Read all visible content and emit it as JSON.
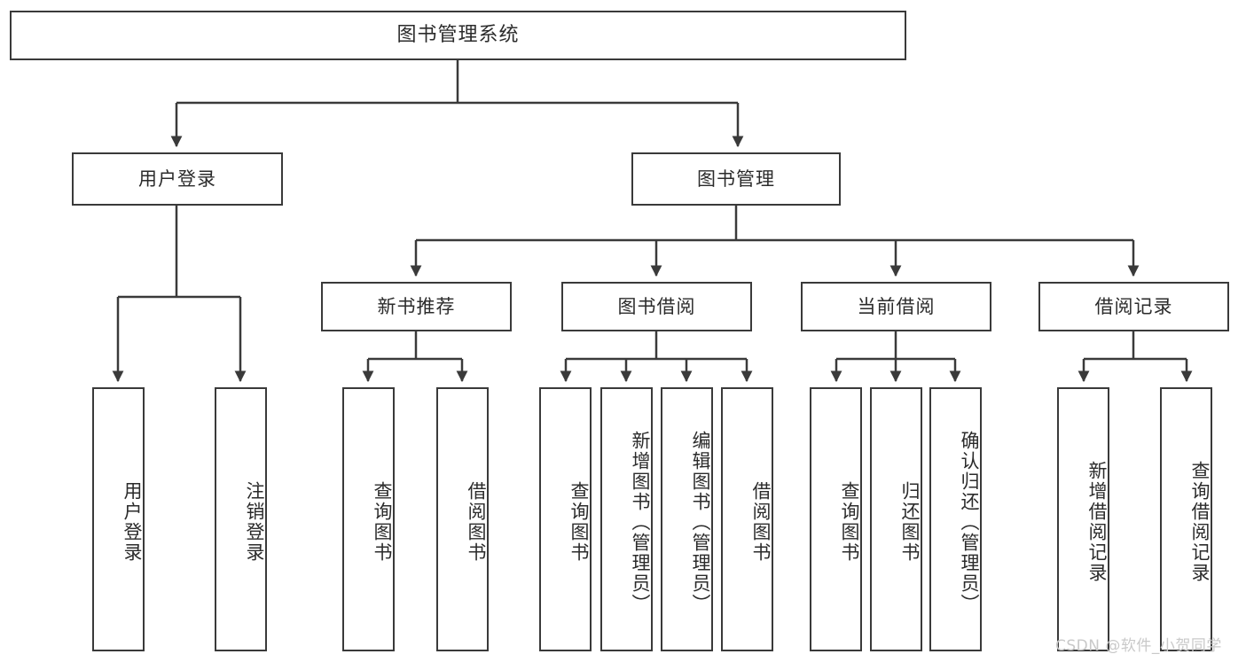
{
  "diagram": {
    "title": "图书管理系统",
    "type": "tree",
    "style": {
      "border_color": "#3a3a3a",
      "fill_color": "#ffffff",
      "text_color": "#2b2b2b",
      "edge_color": "#3a3a3a",
      "background": "#ffffff"
    },
    "watermark": "CSDN @软件_小贺同学",
    "levels": {
      "level1": [
        "图书管理系统"
      ],
      "level2": [
        "用户登录",
        "图书管理"
      ],
      "level3": [
        "新书推荐",
        "图书借阅",
        "当前借阅",
        "借阅记录"
      ],
      "level4": [
        "用户登录",
        "注销登录",
        "查询图书",
        "借阅图书",
        "查询图书",
        "新增图书（管理员）",
        "编辑图书（管理员）",
        "借阅图书",
        "查询图书",
        "归还图书",
        "确认归还（管理员）",
        "新增借阅记录",
        "查询借阅记录"
      ]
    },
    "nodes": {
      "root": {
        "label": "图书管理系统"
      },
      "user_login": {
        "label": "用户登录"
      },
      "book_manage": {
        "label": "图书管理"
      },
      "new_book_rec": {
        "label": "新书推荐"
      },
      "book_borrow": {
        "label": "图书借阅"
      },
      "current_borrow": {
        "label": "当前借阅"
      },
      "borrow_record": {
        "label": "借阅记录"
      },
      "leaf_user_login": {
        "label": "用户登录"
      },
      "leaf_logout": {
        "label": "注销登录"
      },
      "leaf_query_book_1": {
        "label": "查询图书"
      },
      "leaf_borrow_book_1": {
        "label": "借阅图书"
      },
      "leaf_query_book_2": {
        "label": "查询图书"
      },
      "leaf_add_book": {
        "label": "新增图书（管理员）"
      },
      "leaf_edit_book": {
        "label": "编辑图书（管理员）"
      },
      "leaf_borrow_book_2": {
        "label": "借阅图书"
      },
      "leaf_query_book_3": {
        "label": "查询图书"
      },
      "leaf_return_book": {
        "label": "归还图书"
      },
      "leaf_confirm_return": {
        "label": "确认归还（管理员）"
      },
      "leaf_add_record": {
        "label": "新增借阅记录"
      },
      "leaf_query_record": {
        "label": "查询借阅记录"
      }
    },
    "relations": [
      {
        "from": "图书管理系统",
        "to": "用户登录"
      },
      {
        "from": "图书管理系统",
        "to": "图书管理"
      },
      {
        "from": "用户登录",
        "to": "用户登录"
      },
      {
        "from": "用户登录",
        "to": "注销登录"
      },
      {
        "from": "图书管理",
        "to": "新书推荐"
      },
      {
        "from": "图书管理",
        "to": "图书借阅"
      },
      {
        "from": "图书管理",
        "to": "当前借阅"
      },
      {
        "from": "图书管理",
        "to": "借阅记录"
      },
      {
        "from": "新书推荐",
        "to": "查询图书"
      },
      {
        "from": "新书推荐",
        "to": "借阅图书"
      },
      {
        "from": "图书借阅",
        "to": "查询图书"
      },
      {
        "from": "图书借阅",
        "to": "新增图书（管理员）"
      },
      {
        "from": "图书借阅",
        "to": "编辑图书（管理员）"
      },
      {
        "from": "图书借阅",
        "to": "借阅图书"
      },
      {
        "from": "当前借阅",
        "to": "查询图书"
      },
      {
        "from": "当前借阅",
        "to": "归还图书"
      },
      {
        "from": "当前借阅",
        "to": "确认归还（管理员）"
      },
      {
        "from": "借阅记录",
        "to": "新增借阅记录"
      },
      {
        "from": "借阅记录",
        "to": "查询借阅记录"
      }
    ]
  }
}
